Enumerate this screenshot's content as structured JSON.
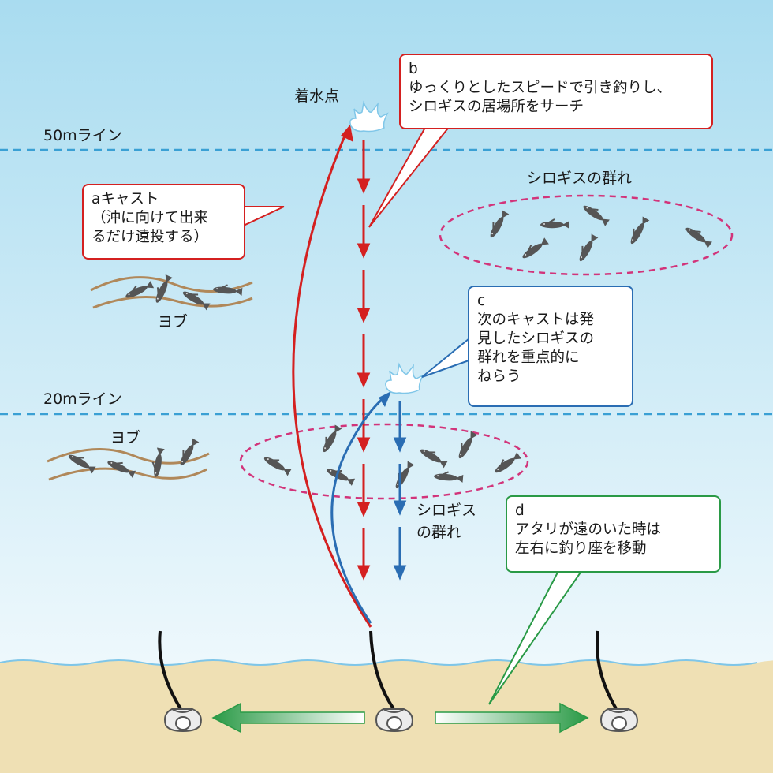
{
  "labels": {
    "splash_point": "着水点",
    "line_50m": "50mライン",
    "line_20m": "20mライン",
    "school_upper": "シロギスの群れ",
    "school_lower_1": "シロギス",
    "school_lower_2": "の群れ",
    "weed_upper": "ヨブ",
    "weed_lower": "ヨブ"
  },
  "callouts": {
    "a": {
      "lines": [
        "aキャスト",
        "（沖に向けて出来",
        "るだけ遠投する）"
      ]
    },
    "b": {
      "lines": [
        "b",
        "ゆっくりとしたスピードで引き釣りし、",
        "シロギスの居場所をサーチ"
      ]
    },
    "c": {
      "lines": [
        "c",
        "次のキャストは発",
        "見したシロギスの",
        "群れを重点的に",
        "ねらう"
      ]
    },
    "d": {
      "lines": [
        "d",
        "アタリが遠のいた時は",
        "左右に釣り座を移動"
      ]
    }
  },
  "colors": {
    "water_top": "#a9dcf0",
    "water_bottom": "#eef8fc",
    "sand": "#efe0b4",
    "dashed_line": "#3aa0d4",
    "school_ellipse": "#d2347a",
    "cast_red": "#d42020",
    "cast_blue": "#2a6db3",
    "move_green": "#2a9a46",
    "weed": "#b0885a",
    "fish": "#555555"
  }
}
